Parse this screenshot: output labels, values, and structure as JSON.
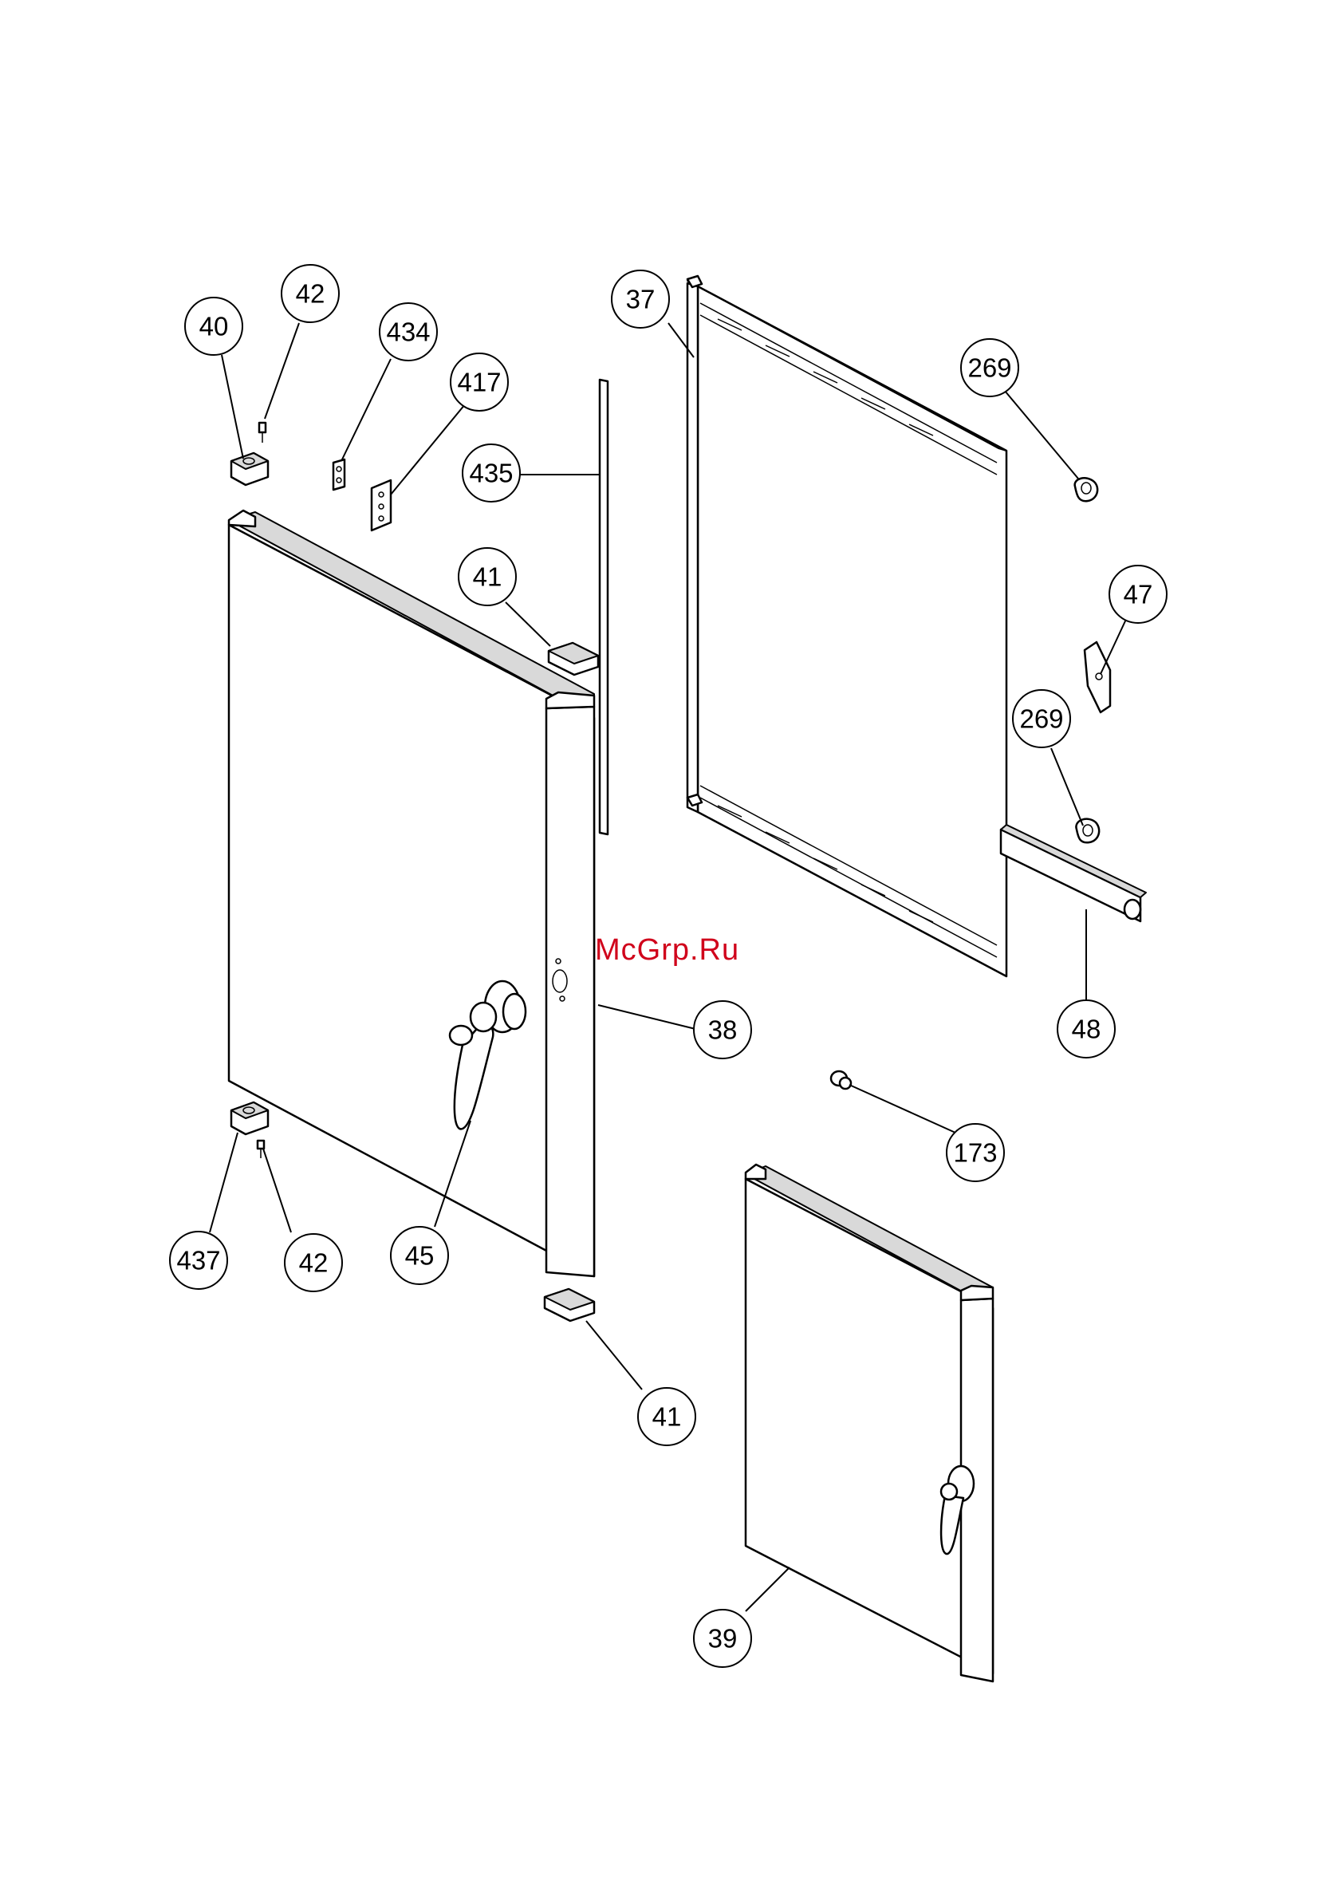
{
  "watermark": {
    "text": "McGrp.Ru",
    "color": "#d0021b"
  },
  "callouts": [
    {
      "id": "c40a",
      "label": "40"
    },
    {
      "id": "c42a",
      "label": "42"
    },
    {
      "id": "c434",
      "label": "434"
    },
    {
      "id": "c417",
      "label": "417"
    },
    {
      "id": "c435",
      "label": "435"
    },
    {
      "id": "c41a",
      "label": "41"
    },
    {
      "id": "c37",
      "label": "37"
    },
    {
      "id": "c269a",
      "label": "269"
    },
    {
      "id": "c47",
      "label": "47"
    },
    {
      "id": "c269b",
      "label": "269"
    },
    {
      "id": "c48",
      "label": "48"
    },
    {
      "id": "c38",
      "label": "38"
    },
    {
      "id": "c173",
      "label": "173"
    },
    {
      "id": "c437",
      "label": "437"
    },
    {
      "id": "c42b",
      "label": "42"
    },
    {
      "id": "c45",
      "label": "45"
    },
    {
      "id": "c41b",
      "label": "41"
    },
    {
      "id": "c39",
      "label": "39"
    }
  ]
}
